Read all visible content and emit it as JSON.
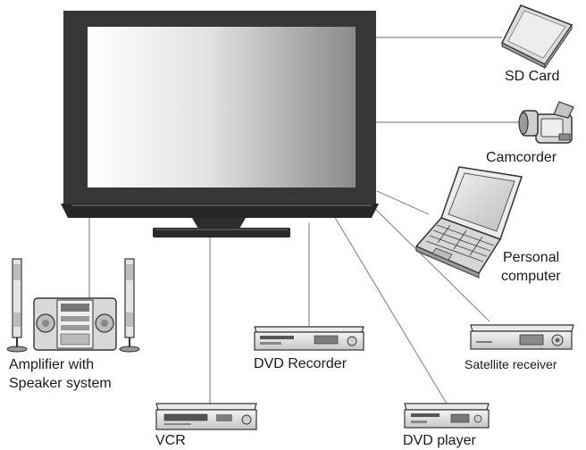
{
  "labels": {
    "sd_card": "SD Card",
    "camcorder": "Camcorder",
    "pc_line1": "Personal",
    "pc_line2": "computer",
    "satellite": "Satellite receiver",
    "dvd_player": "DVD player",
    "dvd_recorder": "DVD Recorder",
    "vcr": "VCR",
    "amp_line1": "Amplifier with",
    "amp_line2": "Speaker system"
  }
}
